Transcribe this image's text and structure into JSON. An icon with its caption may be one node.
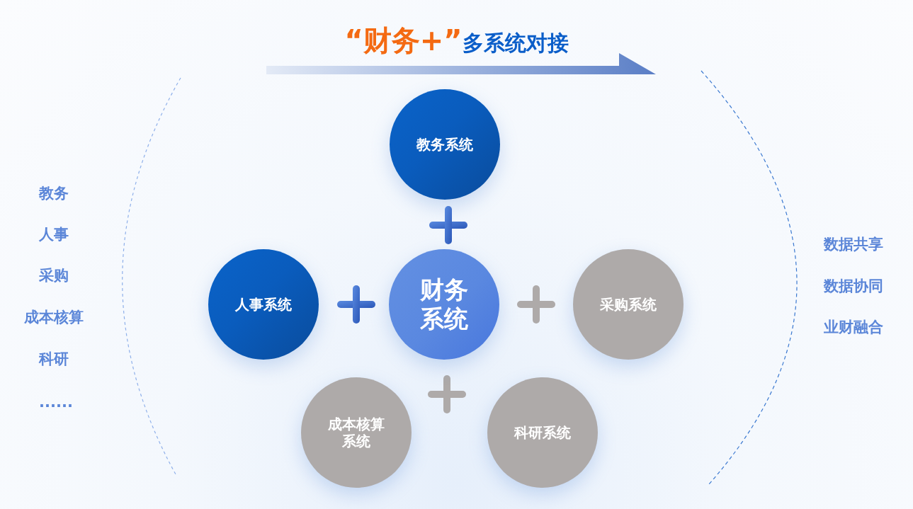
{
  "diagram": {
    "title": "**“财务+”**多系统对接",
    "nodes": [
      {
        "text": [
          "教务系统"
        ]
      },
      {
        "text": [
          "人事系统"
        ]
      },
      {
        "text": [
          "财务系统"
        ]
      },
      {
        "text": [
          "采购系统"
        ]
      },
      {
        "text": [
          "成本核算系统"
        ]
      },
      {
        "text": [
          "科研系统"
        ]
      }
    ],
    "labels": [
      "教务",
      "人事",
      "采购",
      "成本核算",
      "科研",
      "......",
      "数据共享",
      "数据协同",
      "业财融合"
    ]
  }
}
